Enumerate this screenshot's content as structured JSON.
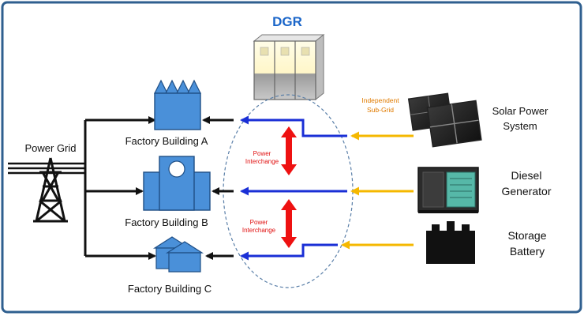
{
  "title": "DGR",
  "grid_label": "Power Grid",
  "buildings": {
    "a": "Factory Building A",
    "b": "Factory Building B",
    "c": "Factory Building C"
  },
  "interchange": {
    "top_line1": "Power",
    "top_line2": "Interchange",
    "bottom_line1": "Power",
    "bottom_line2": "Interchange"
  },
  "subgrid": {
    "line1": "Independent",
    "line2": "Sub-Grid"
  },
  "sources": {
    "solar_line1": "Solar Power",
    "solar_line2": "System",
    "diesel_line1": "Diesel",
    "diesel_line2": "Generator",
    "storage_line1": "Storage",
    "storage_line2": "Battery"
  },
  "colors": {
    "border": "#2f5f8f",
    "blue_line": "#1a2fd6",
    "black_line": "#111111",
    "yellow_arrow": "#f5b800",
    "red_arrow": "#ee1111",
    "building_fill": "#4a90d9",
    "building_stroke": "#1f4f86",
    "title_blue": "#1b66c9",
    "subgrid_orange": "#e07b00",
    "interchange_red": "#e01010",
    "ellipse_dash": "#5a7fa8",
    "cabinet_fill": "#fffbe0",
    "diesel_green": "#56b8a8"
  }
}
